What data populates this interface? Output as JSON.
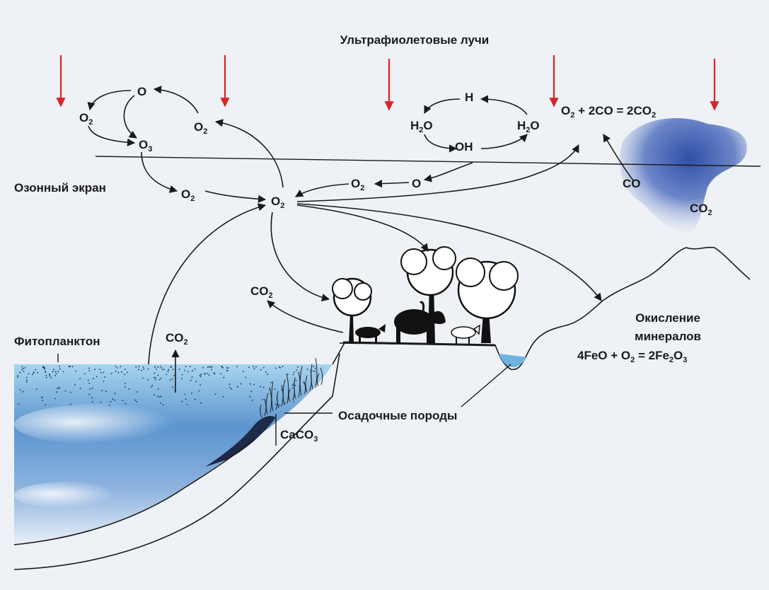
{
  "title": "Ультрафиолетовые лучи",
  "labels": {
    "ozone_screen": "Озонный экран",
    "phytoplankton": "Фитопланктон",
    "sedimentary": "Осадочные породы",
    "oxidation_line1": "Окисление",
    "oxidation_line2": "минералов"
  },
  "formulas": {
    "o_top": "O",
    "o2_left": "O",
    "o3": "O",
    "o2_right_top": "O",
    "o2_ozone": "O",
    "o2_center": "O",
    "o2_mid": "O",
    "o_mid": "O",
    "h": "H",
    "h2o_left": "H",
    "h2o_left_tail": "O",
    "h2o_right": "H",
    "h2o_right_tail": "O",
    "oh": "OH",
    "co_reaction": {
      "p1": "O",
      "p2": " + 2CO = 2CO",
      "sub1": "2",
      "sub2": "2"
    },
    "co": "CO",
    "co2_cloud": "CO",
    "co2_land": "CO",
    "co2_sea": "CO",
    "caco3": "CaCO",
    "mineral_reaction": {
      "p1": "4FeO + O",
      "p2": " = 2Fe",
      "p3": "O",
      "sub1": "2",
      "sub2": "2",
      "sub3": "3"
    },
    "sub2": "2",
    "sub3": "3"
  },
  "colors": {
    "uv_arrow": "#d8232a",
    "sea_light": "#cfe6f4",
    "sea_dark": "#3a6fb3",
    "cloud": "#4a68b8",
    "pond": "#6fb3dc",
    "background": "#eef1f5"
  },
  "icons": [
    "uv-arrow-icon",
    "tree-icon",
    "bull-icon",
    "cow-icon",
    "goat-icon"
  ]
}
